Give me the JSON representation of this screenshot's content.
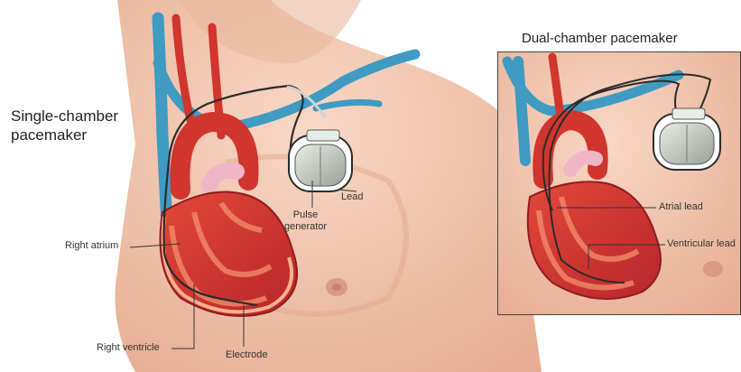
{
  "single": {
    "title_line1": "Single-chamber",
    "title_line2": "pacemaker",
    "labels": {
      "right_atrium": "Right atrium",
      "right_ventricle": "Right ventricle",
      "electrode": "Electrode",
      "pulse_line1": "Pulse",
      "pulse_line2": "generator",
      "lead": "Lead"
    }
  },
  "dual": {
    "title": "Dual-chamber pacemaker",
    "labels": {
      "atrial_lead": "Atrial lead",
      "ventricular_lead": "Ventricular lead"
    }
  },
  "colors": {
    "skin": "#f2c7b0",
    "skin_shadow": "#e4a98d",
    "heart": "#c9302c",
    "heart_inner": "#e8553a",
    "vein": "#3f9bc2",
    "lead": "#2b2b2b"
  }
}
